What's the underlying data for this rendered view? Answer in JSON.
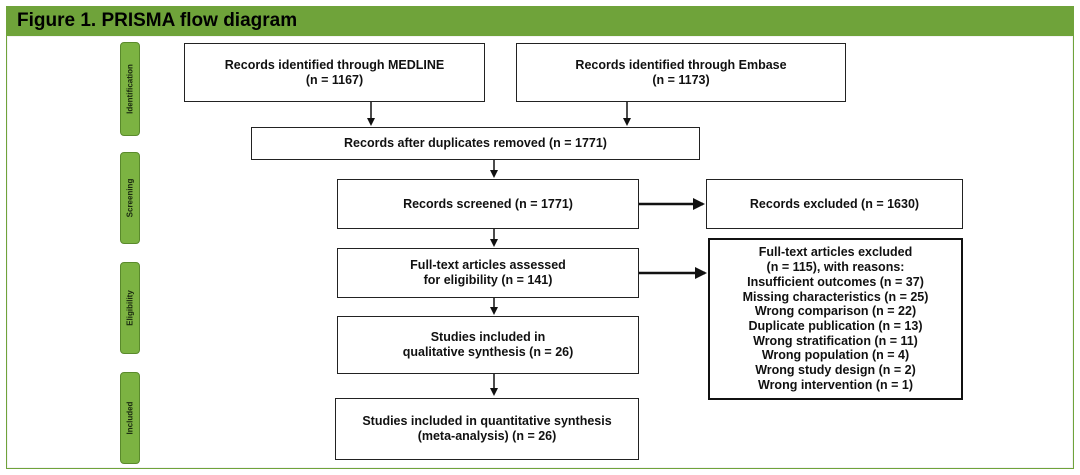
{
  "header": {
    "title": "Figure 1. PRISMA flow diagram"
  },
  "phases": {
    "identification": "Identification",
    "screening": "Screening",
    "eligibility": "Eligibility",
    "included": "Included"
  },
  "boxes": {
    "medline": {
      "line1": "Records identified through MEDLINE",
      "line2": "(n = 1167)"
    },
    "embase": {
      "line1": "Records identified  through Embase",
      "line2": "(n = 1173)"
    },
    "after_duplicates": {
      "line1": "Records after duplicates removed (n = 1771)"
    },
    "screened": {
      "line1": "Records screened (n = 1771)"
    },
    "excluded": {
      "line1": "Records excluded (n = 1630)"
    },
    "fulltext_assessed": {
      "line1": "Full-text articles assessed",
      "line2": "for eligibility (n = 141)"
    },
    "qualitative": {
      "line1": "Studies included in",
      "line2": "qualitative synthesis (n = 26)"
    },
    "quantitative": {
      "line1": "Studies included in quantitative synthesis",
      "line2": "(meta-analysis) (n = 26)"
    },
    "fulltext_excluded": {
      "lines": [
        "Full-text articles excluded",
        "(n = 115), with reasons:",
        "Insufficient outcomes (n = 37)",
        "Missing characteristics (n = 25)",
        "Wrong comparison (n = 22)",
        "Duplicate publication (n = 13)",
        "Wrong stratification (n = 11)",
        "Wrong population (n = 4)",
        "Wrong study design (n = 2)",
        "Wrong intervention (n = 1)"
      ]
    }
  },
  "colors": {
    "header": "#6fa33a",
    "phase_label": "#7cb342",
    "frame_bg": "#f3f3f3"
  }
}
